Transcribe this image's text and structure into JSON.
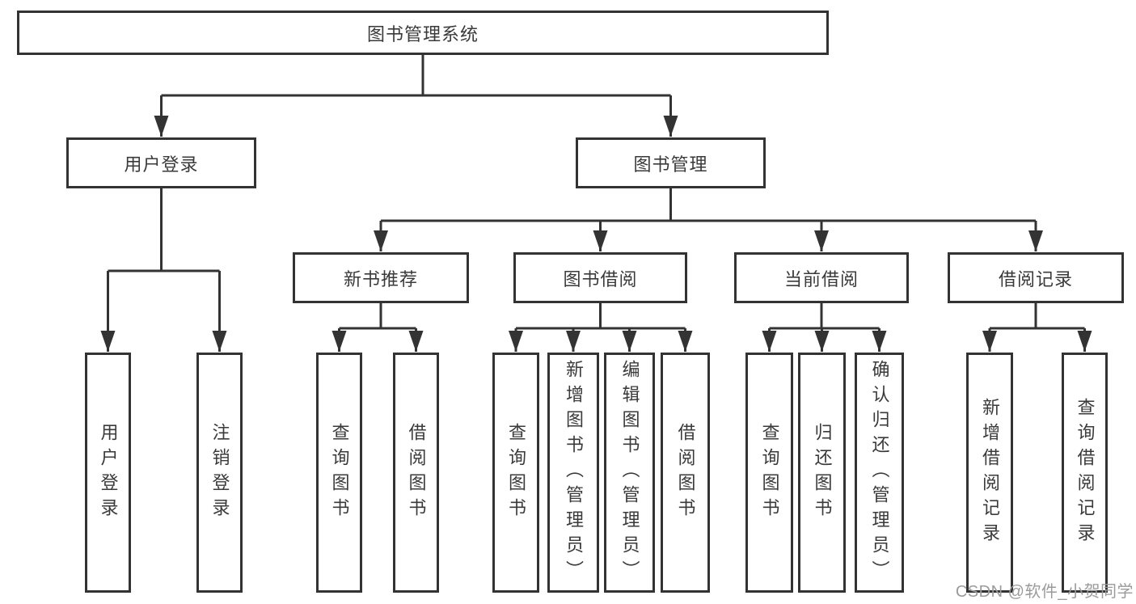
{
  "diagram": {
    "root": "图书管理系统",
    "user_login": {
      "label": "用户登录",
      "children": [
        "用户登录",
        "注销登录"
      ]
    },
    "book_management": {
      "label": "图书管理",
      "sections": {
        "new_book_recommendation": {
          "label": "新书推荐",
          "children": [
            "查询图书",
            "借阅图书"
          ]
        },
        "book_borrowing": {
          "label": "图书借阅",
          "children": [
            "查询图书",
            "新增图书（管理员）",
            "编辑图书（管理员）",
            "借阅图书"
          ]
        },
        "current_borrowing": {
          "label": "当前借阅",
          "children": [
            "查询图书",
            "归还图书",
            "确认归还（管理员）"
          ]
        },
        "borrowing_records": {
          "label": "借阅记录",
          "children": [
            "新增借阅记录",
            "查询借阅记录"
          ]
        }
      }
    }
  },
  "colors": {
    "line": "#333333",
    "text": "#3a3a3a",
    "watermark": "#9b9b9b"
  },
  "watermark": "CSDN @软件_小贺同学"
}
